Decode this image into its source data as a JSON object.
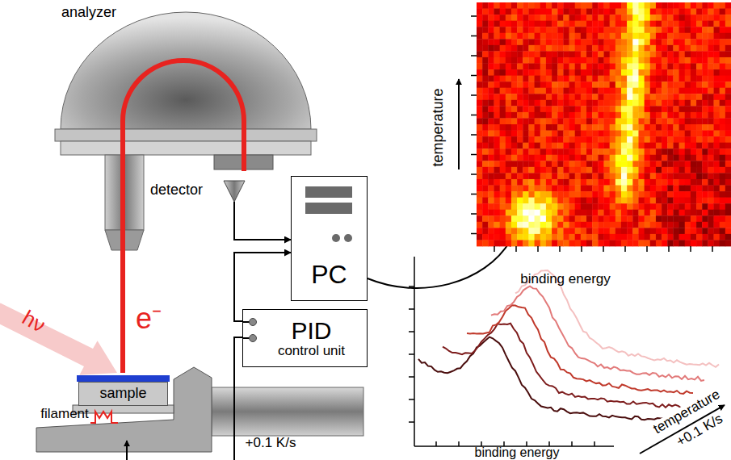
{
  "diagram": {
    "nodes": [
      {
        "text": [
          "detector"
        ]
      },
      {
        "text": [
          "PC"
        ]
      },
      {
        "text": [
          "PID",
          "control unit"
        ]
      },
      {
        "text": [
          "sample"
        ]
      }
    ],
    "edges": [
      {
        "from": 0,
        "to": 1,
        "arrow": "to"
      },
      {
        "from": 2,
        "to": 1,
        "arrow": "to"
      }
    ],
    "labels": [
      "analyzer",
      "filament",
      "hν",
      "e⁻",
      "+0.1 K/s",
      "temperature",
      "binding energy",
      "binding energy",
      "temperature",
      "+0.1 K/s"
    ]
  }
}
